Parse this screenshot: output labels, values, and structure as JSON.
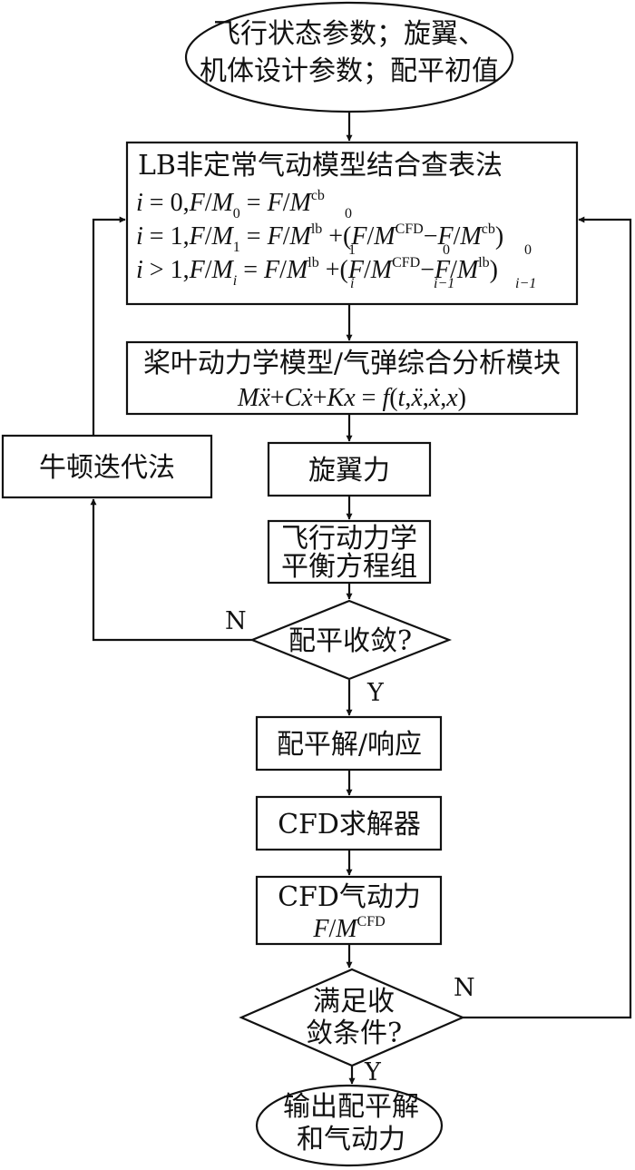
{
  "nodes": {
    "start_line1": "飞行状态参数；旋翼、",
    "start_line2": "机体设计参数；配平初值",
    "lb_title": "LB非定常气动模型结合查表法",
    "blade_title": "桨叶动力学模型/气弹综合分析模块",
    "newton": "牛顿迭代法",
    "rotor_force": "旋翼力",
    "flight_line1": "飞行动力学",
    "flight_line2": "平衡方程组",
    "trim_converge": "配平收敛?",
    "trim_response": "配平解/响应",
    "cfd_solver": "CFD求解器",
    "cfd_force_line1": "CFD气动力",
    "conv_line1": "满足收",
    "conv_line2": "敛条件?",
    "end_line1": "输出配平解",
    "end_line2": "和气动力"
  },
  "branches": {
    "trim_no": "N",
    "trim_yes": "Y",
    "conv_no": "N",
    "conv_yes": "Y"
  },
  "formulas": {
    "cb": "cb",
    "lb": "lb",
    "cfd": "CFD",
    "sub_0": "0",
    "sub_1": "1",
    "sub_i": "i",
    "sub_im1": "i−1"
  }
}
